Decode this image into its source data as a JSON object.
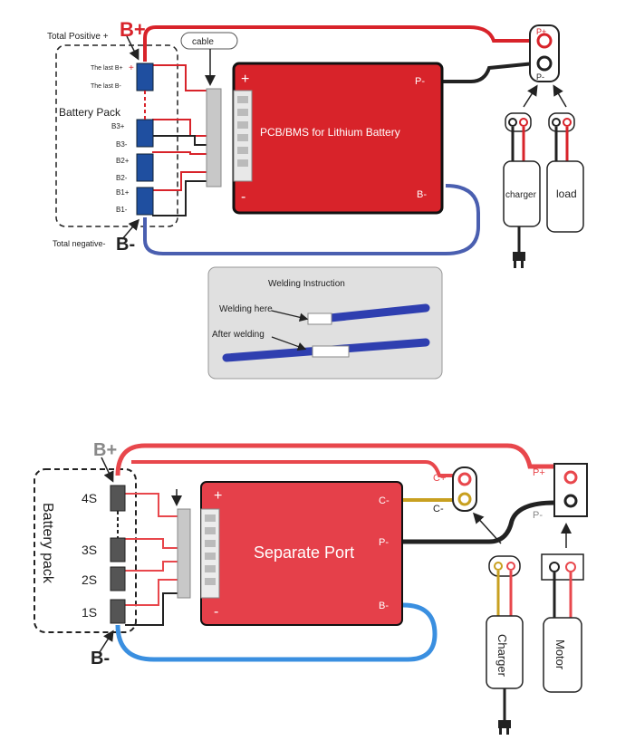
{
  "top": {
    "b_plus": "B+",
    "b_minus": "B-",
    "total_positive": "Total Positive +",
    "total_negative": "Total negative-",
    "last_b_plus": "The last B+",
    "last_b_minus": "The last B-",
    "pack_label": "Battery Pack",
    "cells": [
      {
        "plus": "B3+",
        "minus": "B3-"
      },
      {
        "plus": "B2+",
        "minus": "B2-"
      },
      {
        "plus": "B1+",
        "minus": "B1-"
      }
    ],
    "cable": "cable",
    "pcb_title": "PCB/BMS for Lithium Battery",
    "pcb_plus": "+",
    "pcb_minus": "-",
    "p_minus": "P-",
    "b_minus_port": "B-",
    "terminal_p_plus": "P+",
    "terminal_p_minus": "P-",
    "charger": "charger",
    "load": "load",
    "welding_title": "Welding Instruction",
    "welding_here": "Welding here",
    "after_welding": "After welding"
  },
  "bottom": {
    "b_plus": "B+",
    "b_minus": "B-",
    "pack_label": "Battery pack",
    "cells": [
      "4S",
      "3S",
      "2S",
      "1S"
    ],
    "pcb_title": "Separate Port",
    "pcb_plus": "+",
    "pcb_minus": "-",
    "c_minus": "C-",
    "p_minus": "P-",
    "b_minus_port": "B-",
    "c_plus_t": "C+",
    "c_minus_t": "C-",
    "p_plus_t": "P+",
    "p_minus_t": "P-",
    "charger": "Charger",
    "motor": "Motor"
  }
}
